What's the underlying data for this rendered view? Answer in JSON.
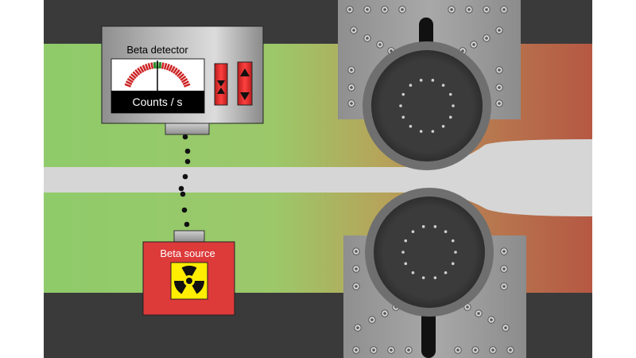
{
  "detector": {
    "title": "Beta detector",
    "readout_label": "Counts / s",
    "up_icon": "triangle-up-icon",
    "down_icon": "triangle-down-icon"
  },
  "source": {
    "title": "Beta source",
    "icon": "radiation-trefoil-icon"
  },
  "colors": {
    "background": "#ffffff",
    "dark_band": "#3a3a3a",
    "green_band": "#8fcb6a",
    "hot_band": "#b85a45",
    "sheet": "#d6d6d6",
    "housing": "#a0a0a0",
    "roller": "#3d3d3d",
    "source_box": "#dd3a3a",
    "trefoil_bg": "#ffee00",
    "button_red": "#e02b2b",
    "meter_face": "#ffffff",
    "meter_display": "#000000"
  },
  "meter": {
    "needle_fraction": 0.5
  }
}
